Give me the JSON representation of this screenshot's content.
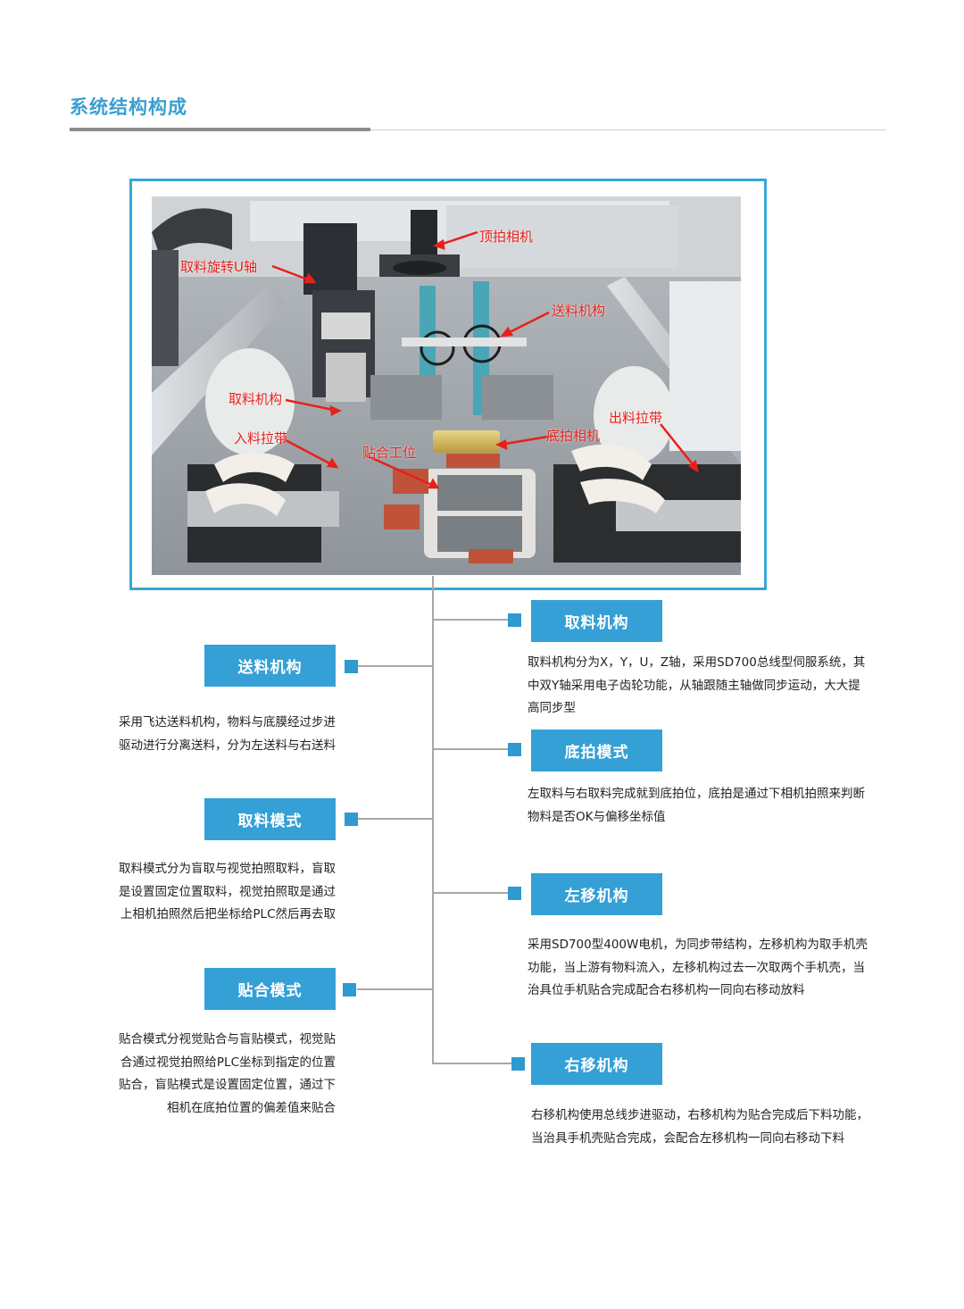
{
  "page": {
    "section_title": "系统结构构成"
  },
  "photo": {
    "callouts": {
      "top_camera": "顶拍相机",
      "pick_rotate_u_axis": "取料旋转U轴",
      "feed_mechanism": "送料机构",
      "pick_mechanism": "取料机构",
      "discharge_belt": "出料拉带",
      "feed_in_belt": "入料拉带",
      "bond_station": "贴合工位",
      "bottom_camera": "底拍相机"
    }
  },
  "left_items": [
    {
      "label": "送料机构",
      "lines": [
        "采用飞达送料机构，物料与底膜经过步进",
        "驱动进行分离送料，分为左送料与右送料"
      ]
    },
    {
      "label": "取料模式",
      "lines": [
        "取料模式分为盲取与视觉拍照取料，盲取",
        "是设置固定位置取料，视觉拍照取是通过",
        "上相机拍照然后把坐标给PLC然后再去取"
      ]
    },
    {
      "label": "贴合模式",
      "lines": [
        "贴合模式分视觉贴合与盲贴模式，视觉贴",
        "合通过视觉拍照给PLC坐标到指定的位置",
        "贴合，盲贴模式是设置固定位置，通过下",
        "相机在底拍位置的偏差值来贴合"
      ]
    }
  ],
  "right_items": [
    {
      "label": "取料机构",
      "lines": [
        "取料机构分为X，Y，U，Z轴，采用SD700总线型伺服系统，其",
        "中双Y轴采用电子齿轮功能，从轴跟随主轴做同步运动，大大提",
        "高同步型"
      ]
    },
    {
      "label": "底拍模式",
      "lines": [
        "左取料与右取料完成就到底拍位，底拍是通过下相机拍照来判断",
        "物料是否OK与偏移坐标值"
      ]
    },
    {
      "label": "左移机构",
      "lines": [
        "采用SD700型400W电机，为同步带结构，左移机构为取手机壳",
        "功能，当上游有物料流入，左移机构过去一次取两个手机壳，当",
        "治具位手机贴合完成配合右移机构一同向右移动放料"
      ]
    },
    {
      "label": "右移机构",
      "lines": [
        "右移机构使用总线步进驱动，右移机构为贴合完成后下料功能，",
        "当治具手机壳贴合完成，会配合左移机构一同向右移动下料"
      ]
    }
  ],
  "colors": {
    "accent": "#35a0d6",
    "title": "#3a9fd0",
    "callout": "#e8201a",
    "connector": "#a8a8a8"
  }
}
